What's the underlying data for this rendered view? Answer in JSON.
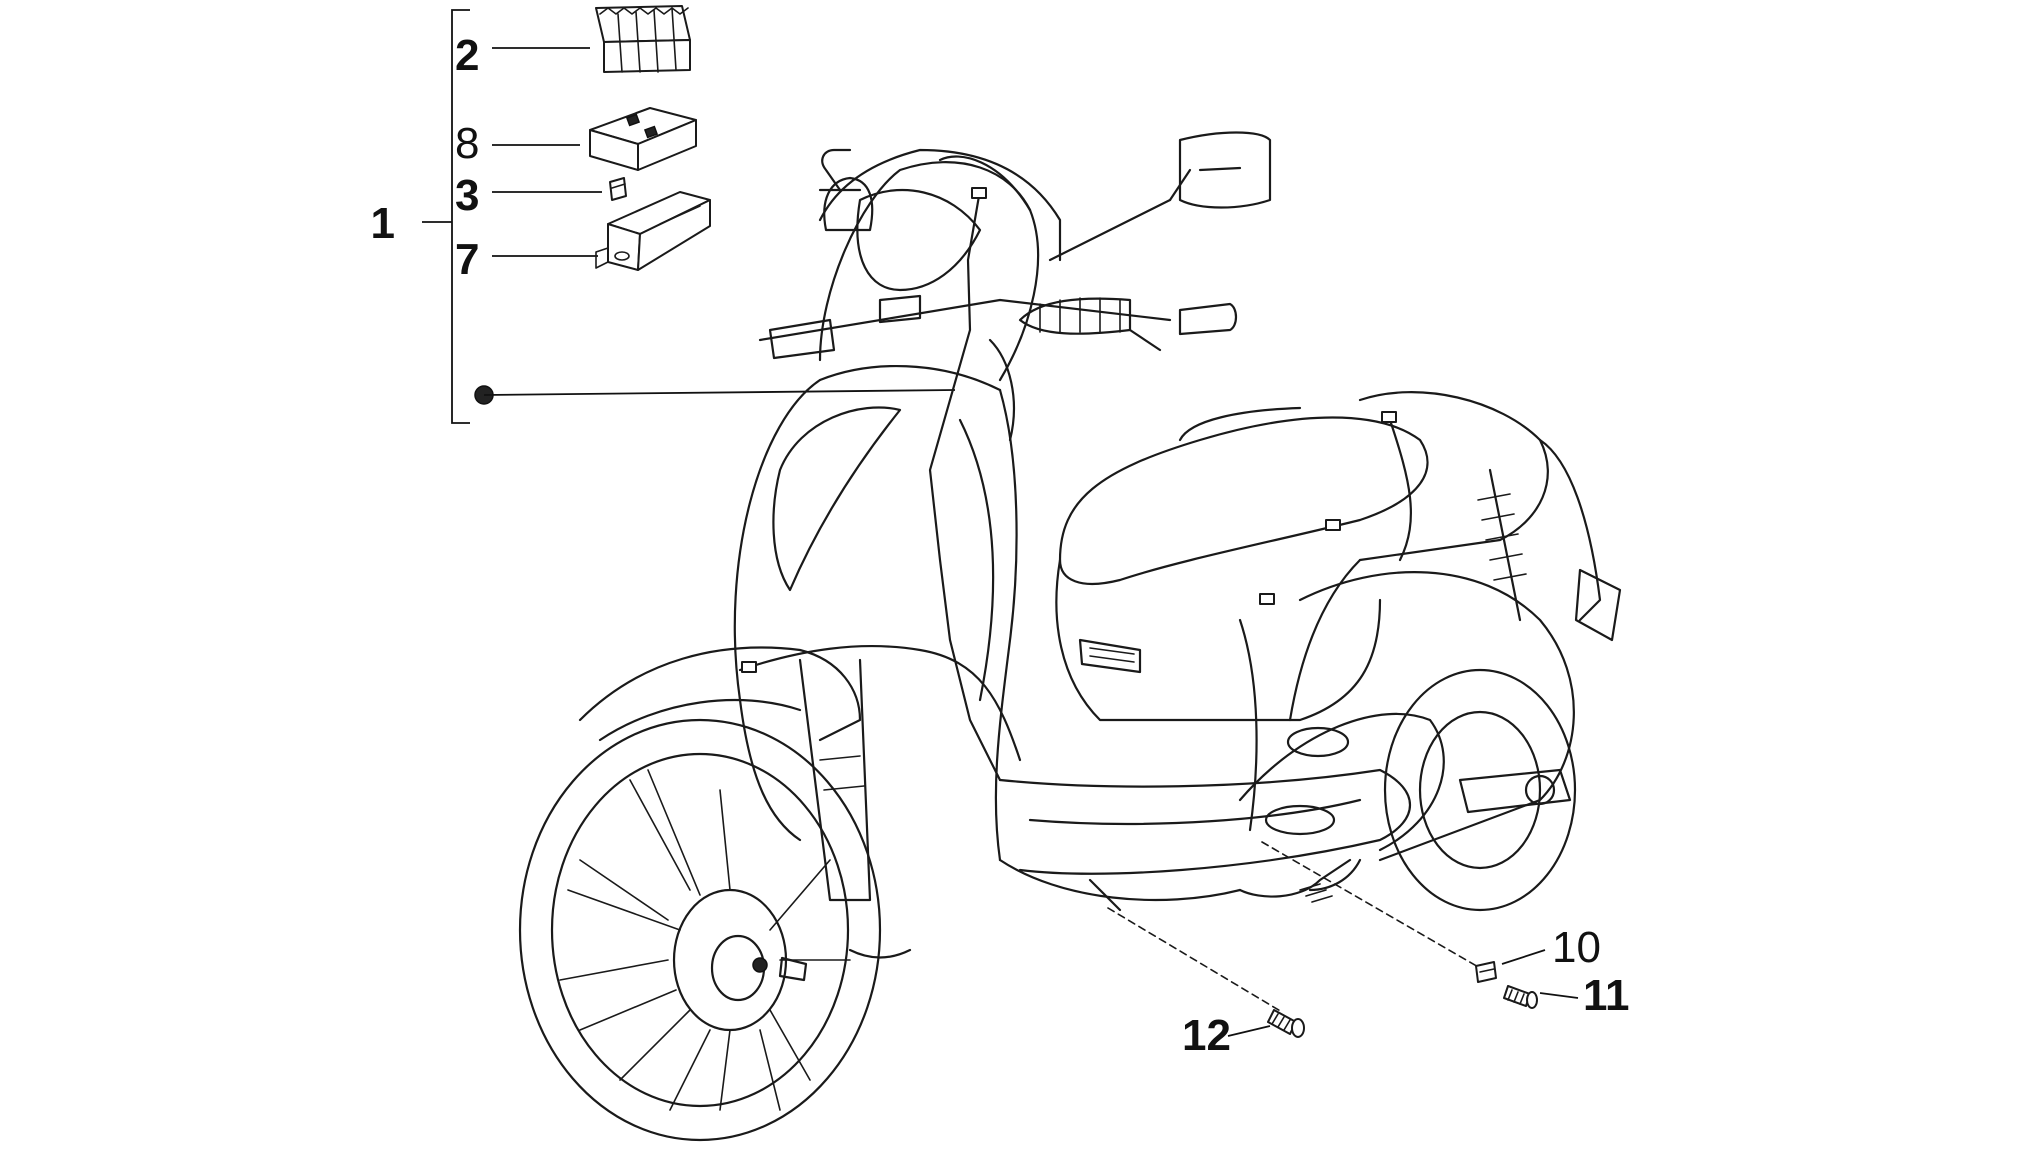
{
  "callouts": [
    {
      "number": "1",
      "style": "bold",
      "part": "wiring-harness-assembly"
    },
    {
      "number": "2",
      "style": "bold",
      "part": "fuse-box"
    },
    {
      "number": "8",
      "style": "regular",
      "part": "fuse-holder"
    },
    {
      "number": "3",
      "style": "bold",
      "part": "fuse"
    },
    {
      "number": "7",
      "style": "bold",
      "part": "fuse-box-bracket"
    },
    {
      "number": "10",
      "style": "regular",
      "part": "clip"
    },
    {
      "number": "11",
      "style": "bold",
      "part": "screw"
    },
    {
      "number": "12",
      "style": "bold",
      "part": "screw"
    }
  ],
  "colors": {
    "line": "#1a1a1a",
    "background": "#ffffff"
  }
}
